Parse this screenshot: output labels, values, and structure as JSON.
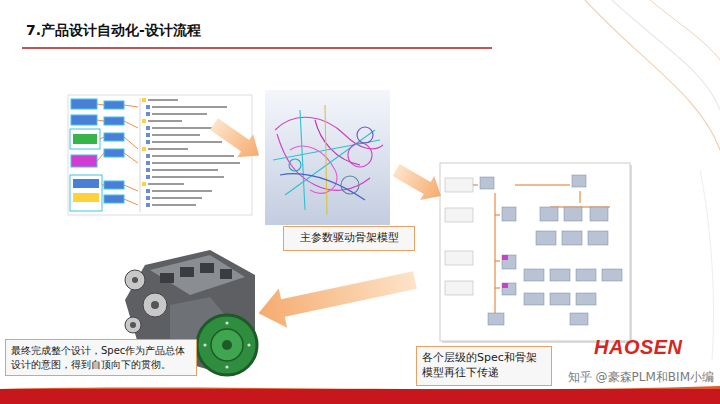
{
  "diagram": {
    "title": "7.产品设计自动化-设计流程",
    "nodes": [
      {
        "text": [
          "主参数驱动骨架模型"
        ]
      },
      {
        "text": [
          "各个层级的Spec和骨架模型再往下传递"
        ]
      },
      {
        "text": [
          "最终完成整个设计，Spec作为产品总体设计的意图，得到自顶向下的贯彻。"
        ]
      }
    ],
    "labels": [
      "HAOSEN",
      "知乎 @豪森PLM和BIM小编"
    ]
  }
}
